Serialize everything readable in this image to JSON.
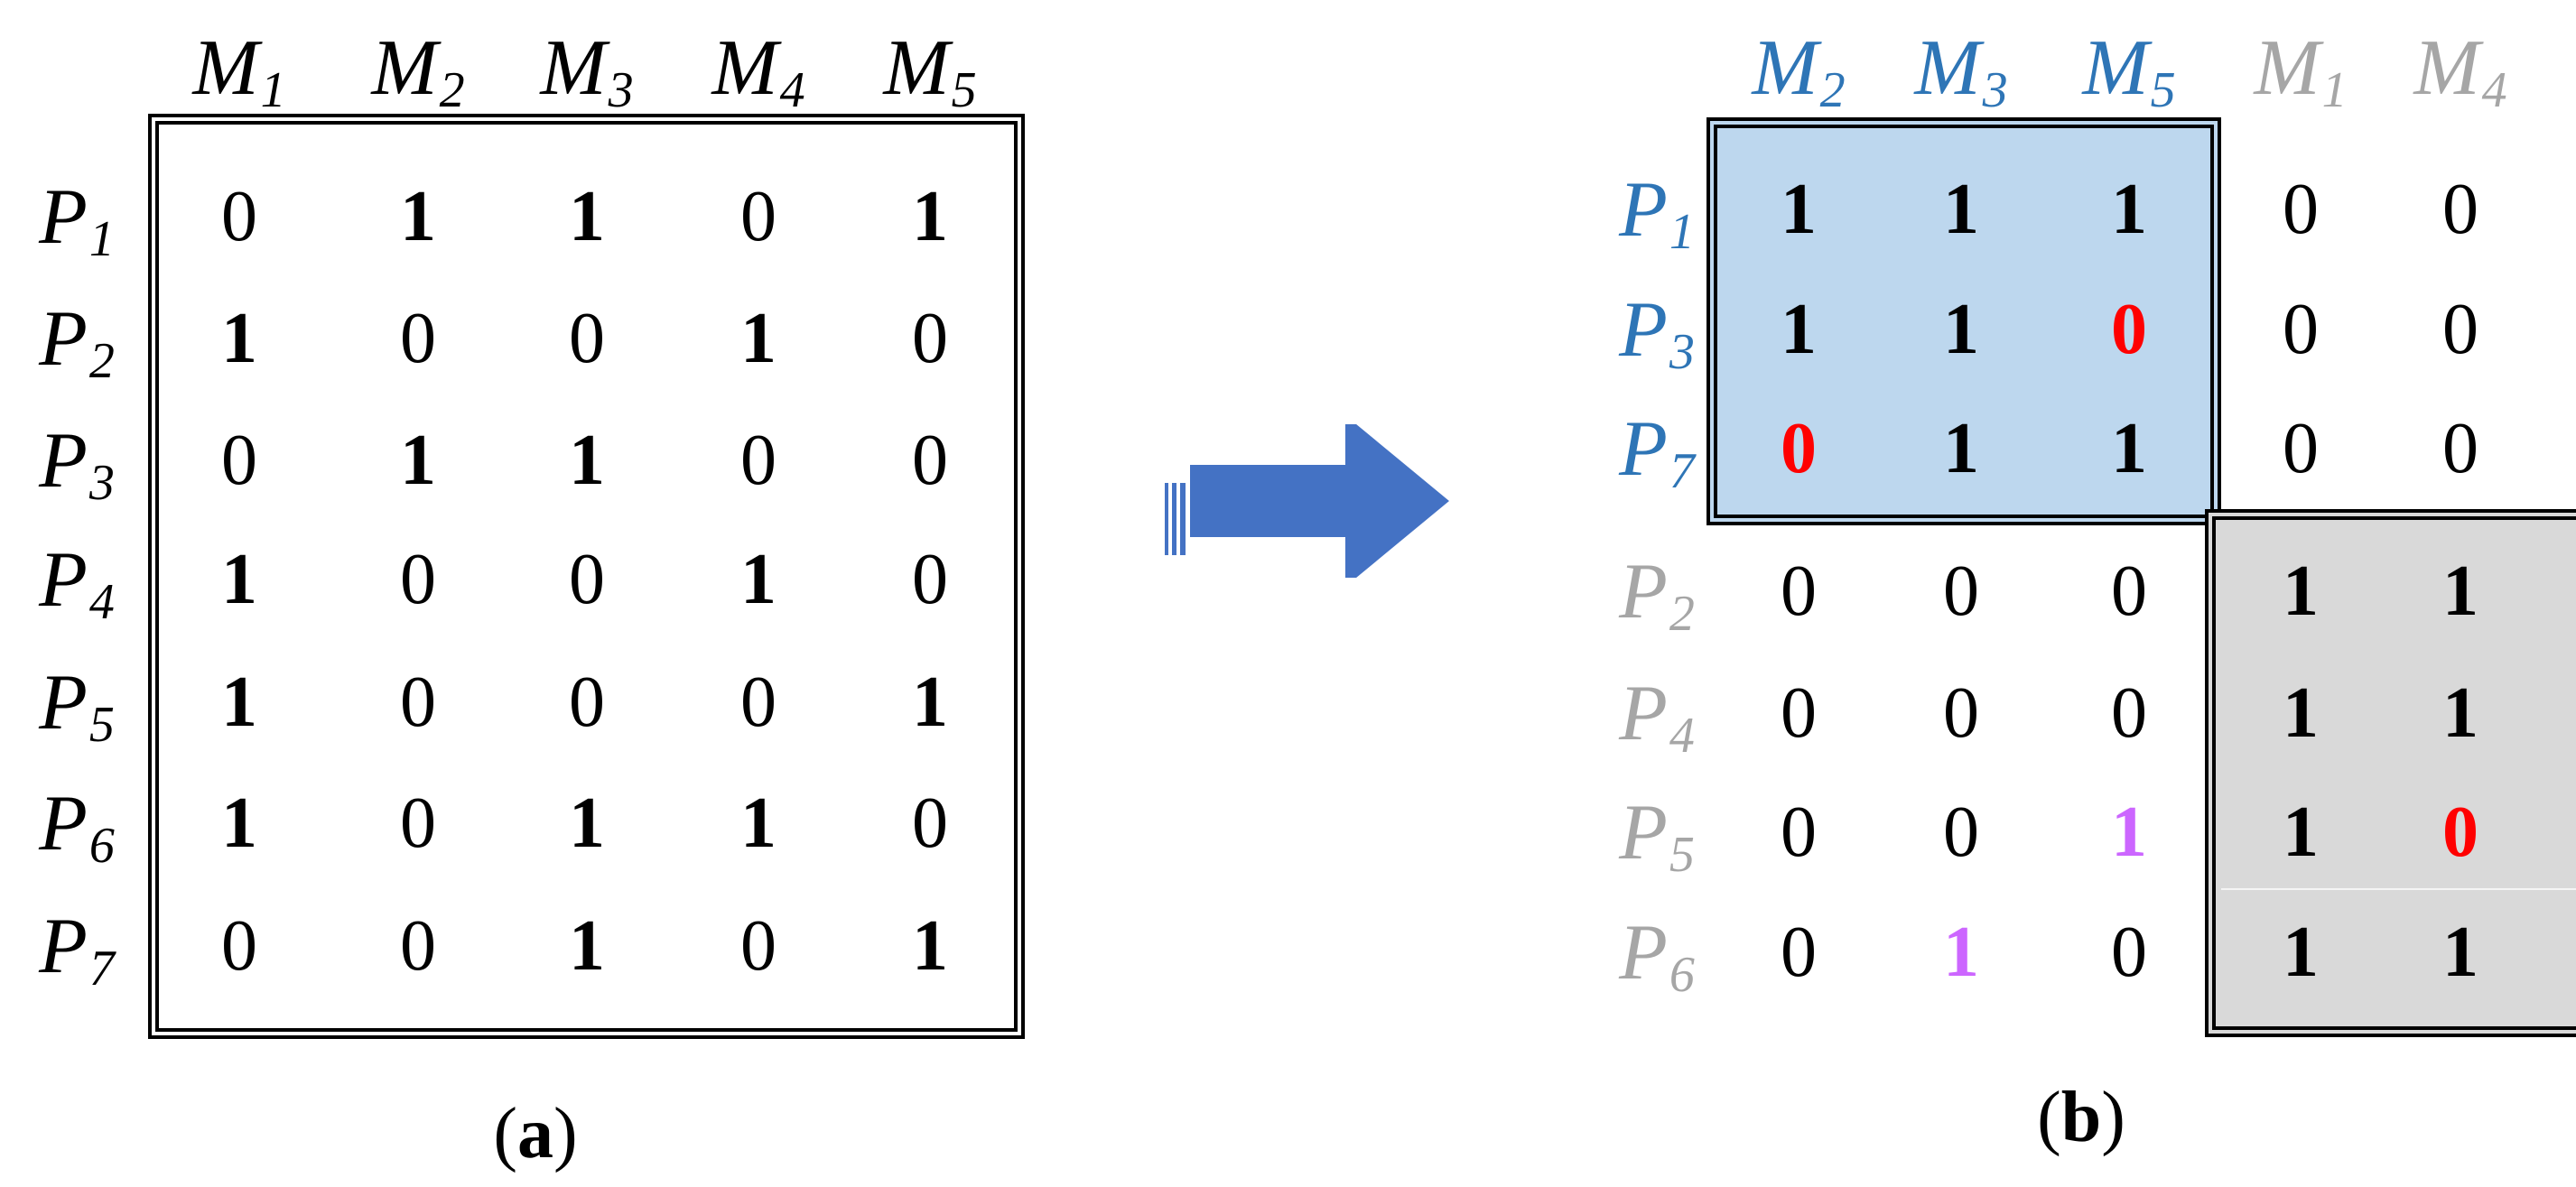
{
  "colors": {
    "blue_label": "#2e75b6",
    "gray_label": "#a6a6a6",
    "blue_fill": "#bdd7ee",
    "gray_fill": "#d9d9d9",
    "red": "#ff0000",
    "purple": "#cc66ff",
    "arrow": "#4472c4"
  },
  "panel_a": {
    "caption_open": "(",
    "caption_letter": "a",
    "caption_close": ")",
    "cols": [
      {
        "l": "M",
        "s": "1"
      },
      {
        "l": "M",
        "s": "2"
      },
      {
        "l": "M",
        "s": "3"
      },
      {
        "l": "M",
        "s": "4"
      },
      {
        "l": "M",
        "s": "5"
      }
    ],
    "rows": [
      {
        "l": "P",
        "s": "1",
        "v": [
          "0",
          "1",
          "1",
          "0",
          "1"
        ]
      },
      {
        "l": "P",
        "s": "2",
        "v": [
          "1",
          "0",
          "0",
          "1",
          "0"
        ]
      },
      {
        "l": "P",
        "s": "3",
        "v": [
          "0",
          "1",
          "1",
          "0",
          "0"
        ]
      },
      {
        "l": "P",
        "s": "4",
        "v": [
          "1",
          "0",
          "0",
          "1",
          "0"
        ]
      },
      {
        "l": "P",
        "s": "5",
        "v": [
          "1",
          "0",
          "0",
          "0",
          "1"
        ]
      },
      {
        "l": "P",
        "s": "6",
        "v": [
          "1",
          "0",
          "1",
          "1",
          "0"
        ]
      },
      {
        "l": "P",
        "s": "7",
        "v": [
          "0",
          "0",
          "1",
          "0",
          "1"
        ]
      }
    ]
  },
  "panel_b": {
    "caption_open": "(",
    "caption_letter": "b",
    "caption_close": ")",
    "cols": [
      {
        "l": "M",
        "s": "2",
        "c": "blue"
      },
      {
        "l": "M",
        "s": "3",
        "c": "blue"
      },
      {
        "l": "M",
        "s": "5",
        "c": "blue"
      },
      {
        "l": "M",
        "s": "1",
        "c": "gray"
      },
      {
        "l": "M",
        "s": "4",
        "c": "gray"
      }
    ],
    "rows": [
      {
        "l": "P",
        "s": "1",
        "c": "blue",
        "v": [
          "1",
          "1",
          "1",
          "0",
          "0"
        ],
        "hl": [
          null,
          null,
          null,
          null,
          null
        ]
      },
      {
        "l": "P",
        "s": "3",
        "c": "blue",
        "v": [
          "1",
          "1",
          "0",
          "0",
          "0"
        ],
        "hl": [
          null,
          null,
          "red",
          null,
          null
        ]
      },
      {
        "l": "P",
        "s": "7",
        "c": "blue",
        "v": [
          "0",
          "1",
          "1",
          "0",
          "0"
        ],
        "hl": [
          "red",
          null,
          null,
          null,
          null
        ]
      },
      {
        "l": "P",
        "s": "2",
        "c": "gray",
        "v": [
          "0",
          "0",
          "0",
          "1",
          "1"
        ],
        "hl": [
          null,
          null,
          null,
          null,
          null
        ]
      },
      {
        "l": "P",
        "s": "4",
        "c": "gray",
        "v": [
          "0",
          "0",
          "0",
          "1",
          "1"
        ],
        "hl": [
          null,
          null,
          null,
          null,
          null
        ]
      },
      {
        "l": "P",
        "s": "5",
        "c": "gray",
        "v": [
          "0",
          "0",
          "1",
          "1",
          "0"
        ],
        "hl": [
          null,
          null,
          "purple",
          null,
          "red"
        ]
      },
      {
        "l": "P",
        "s": "6",
        "c": "gray",
        "v": [
          "0",
          "1",
          "0",
          "1",
          "1"
        ],
        "hl": [
          null,
          "purple",
          null,
          null,
          null
        ]
      }
    ]
  }
}
